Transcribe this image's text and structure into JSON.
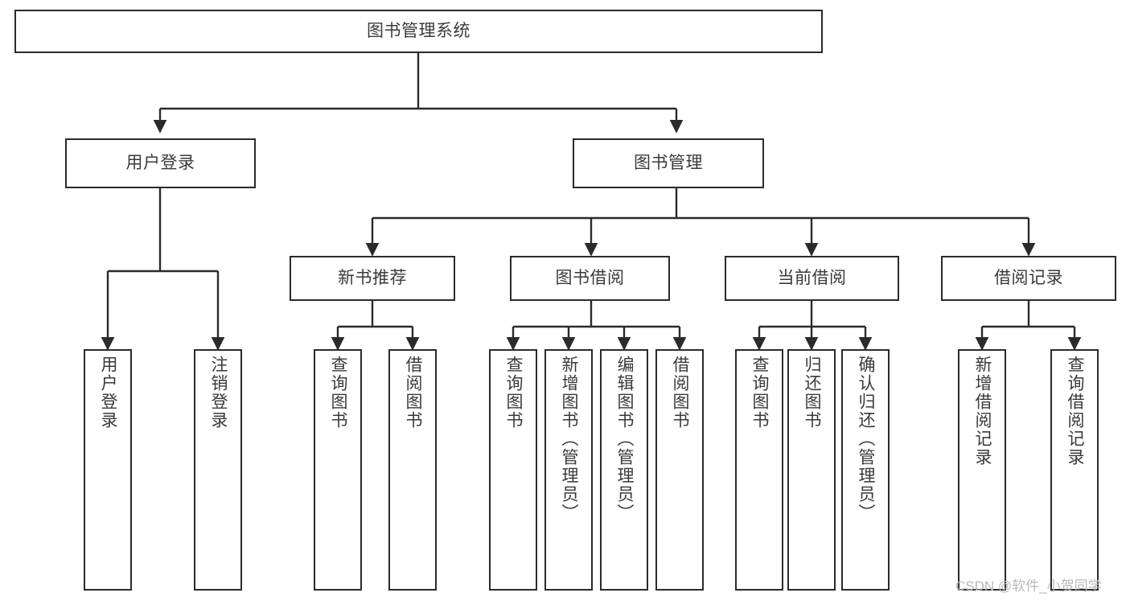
{
  "diagram": {
    "type": "tree-hierarchy",
    "title": "图书管理系统",
    "watermark": "CSDN @软件_小贺同学",
    "colors": {
      "background": "#ffffff",
      "node_border": "#2b2b2b",
      "node_fill": "#ffffff",
      "text": "#3a3a3a",
      "edge": "#2b2b2b",
      "watermark": "#b9b9b9"
    },
    "levels": 4,
    "nodes": {
      "root": {
        "label": "图书管理系统"
      },
      "level2": [
        {
          "id": "user_login",
          "label": "用户登录"
        },
        {
          "id": "book_mgmt",
          "label": "图书管理"
        }
      ],
      "level3": [
        {
          "id": "new_book_rec",
          "label": "新书推荐"
        },
        {
          "id": "book_borrow",
          "label": "图书借阅"
        },
        {
          "id": "current_borrow",
          "label": "当前借阅"
        },
        {
          "id": "borrow_record",
          "label": "借阅记录"
        }
      ],
      "leaves": {
        "user_login": [
          {
            "id": "leaf_user_login",
            "label": "用户登录"
          },
          {
            "id": "leaf_user_logout",
            "label": "注销登录"
          }
        ],
        "new_book_rec": [
          {
            "id": "leaf_query_book_1",
            "label": "查询图书"
          },
          {
            "id": "leaf_borrow_book_1",
            "label": "借阅图书"
          }
        ],
        "book_borrow": [
          {
            "id": "leaf_query_book_2",
            "label": "查询图书"
          },
          {
            "id": "leaf_add_book",
            "label": "新增图书（管理员）"
          },
          {
            "id": "leaf_edit_book",
            "label": "编辑图书（管理员）"
          },
          {
            "id": "leaf_borrow_book_2",
            "label": "借阅图书"
          }
        ],
        "current_borrow": [
          {
            "id": "leaf_query_book_3",
            "label": "查询图书"
          },
          {
            "id": "leaf_return_book",
            "label": "归还图书"
          },
          {
            "id": "leaf_confirm_return",
            "label": "确认归还（管理员）"
          }
        ],
        "borrow_record": [
          {
            "id": "leaf_add_record",
            "label": "新增借阅记录"
          },
          {
            "id": "leaf_query_record",
            "label": "查询借阅记录"
          }
        ]
      }
    },
    "edges": [
      {
        "from": "root",
        "to": "user_login"
      },
      {
        "from": "root",
        "to": "book_mgmt"
      },
      {
        "from": "book_mgmt",
        "to": "new_book_rec"
      },
      {
        "from": "book_mgmt",
        "to": "book_borrow"
      },
      {
        "from": "book_mgmt",
        "to": "current_borrow"
      },
      {
        "from": "book_mgmt",
        "to": "borrow_record"
      },
      {
        "from": "user_login",
        "to": "leaf_user_login"
      },
      {
        "from": "user_login",
        "to": "leaf_user_logout"
      },
      {
        "from": "new_book_rec",
        "to": "leaf_query_book_1"
      },
      {
        "from": "new_book_rec",
        "to": "leaf_borrow_book_1"
      },
      {
        "from": "book_borrow",
        "to": "leaf_query_book_2"
      },
      {
        "from": "book_borrow",
        "to": "leaf_add_book"
      },
      {
        "from": "book_borrow",
        "to": "leaf_edit_book"
      },
      {
        "from": "book_borrow",
        "to": "leaf_borrow_book_2"
      },
      {
        "from": "current_borrow",
        "to": "leaf_query_book_3"
      },
      {
        "from": "current_borrow",
        "to": "leaf_return_book"
      },
      {
        "from": "current_borrow",
        "to": "leaf_confirm_return"
      },
      {
        "from": "borrow_record",
        "to": "leaf_add_record"
      },
      {
        "from": "borrow_record",
        "to": "leaf_query_record"
      }
    ]
  }
}
